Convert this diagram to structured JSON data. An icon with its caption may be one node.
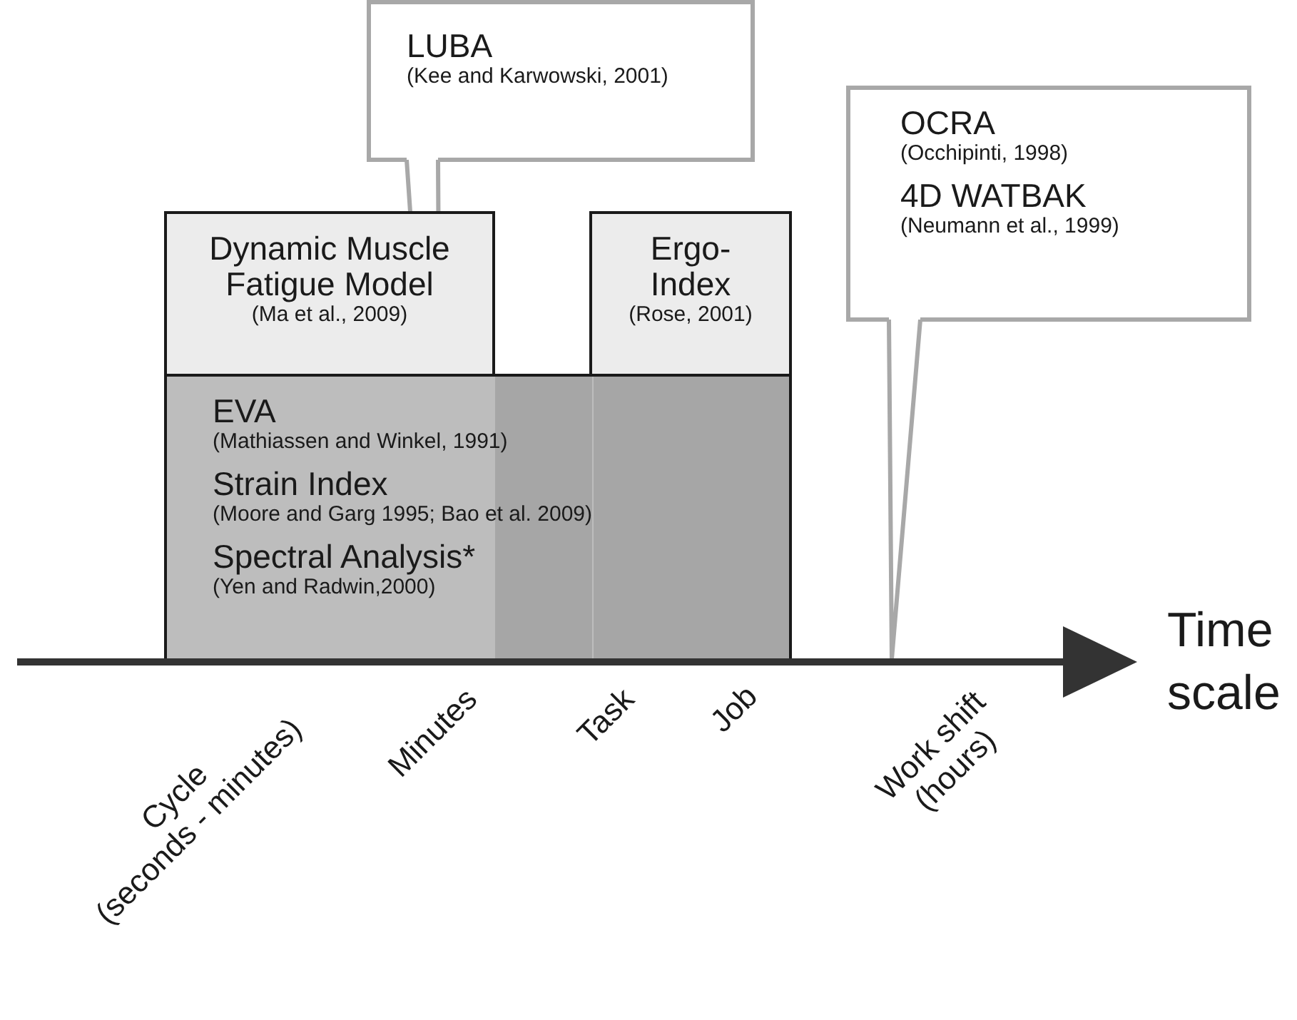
{
  "diagram": {
    "nodes": [
      {
        "text": [
          "LUBA",
          "(Kee and Karwowski, 2001)"
        ]
      },
      {
        "text": [
          "OCRA",
          "(Occhipinti, 1998)",
          "4D WATBAK",
          "(Neumann et al., 1999)"
        ]
      },
      {
        "text": [
          "Dynamic Muscle Fatigue Model",
          "(Ma et al., 2009)"
        ]
      },
      {
        "text": [
          "Ergo- Index",
          "(Rose, 2001)"
        ]
      },
      {
        "text": [
          "EVA",
          "(Mathiassen and Winkel, 1991)",
          "Strain Index",
          "(Moore and Garg 1995; Bao et al. 2009)",
          "Spectral Analysis*",
          "(Yen and Radwin,2000)"
        ]
      }
    ],
    "labels": [
      "Cycle (seconds - minutes)",
      "Minutes",
      "Task",
      "Job",
      "Work shift (hours)",
      "Time scale"
    ]
  }
}
